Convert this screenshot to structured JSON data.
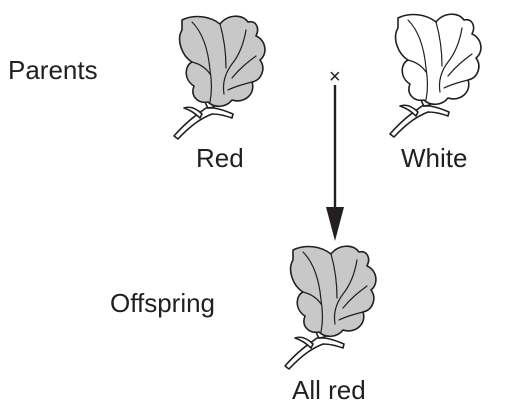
{
  "labels": {
    "parents": "Parents",
    "red": "Red",
    "white": "White",
    "cross": "×",
    "offspring": "Offspring",
    "all_red": "All red"
  },
  "colors": {
    "red_flower_fill": "#c8c8c8",
    "white_flower_fill": "#ffffff",
    "outline": "#231f20"
  },
  "icons": [
    "red-sweet-pea-flower",
    "white-sweet-pea-flower",
    "offspring-sweet-pea-flower",
    "arrow-down"
  ]
}
